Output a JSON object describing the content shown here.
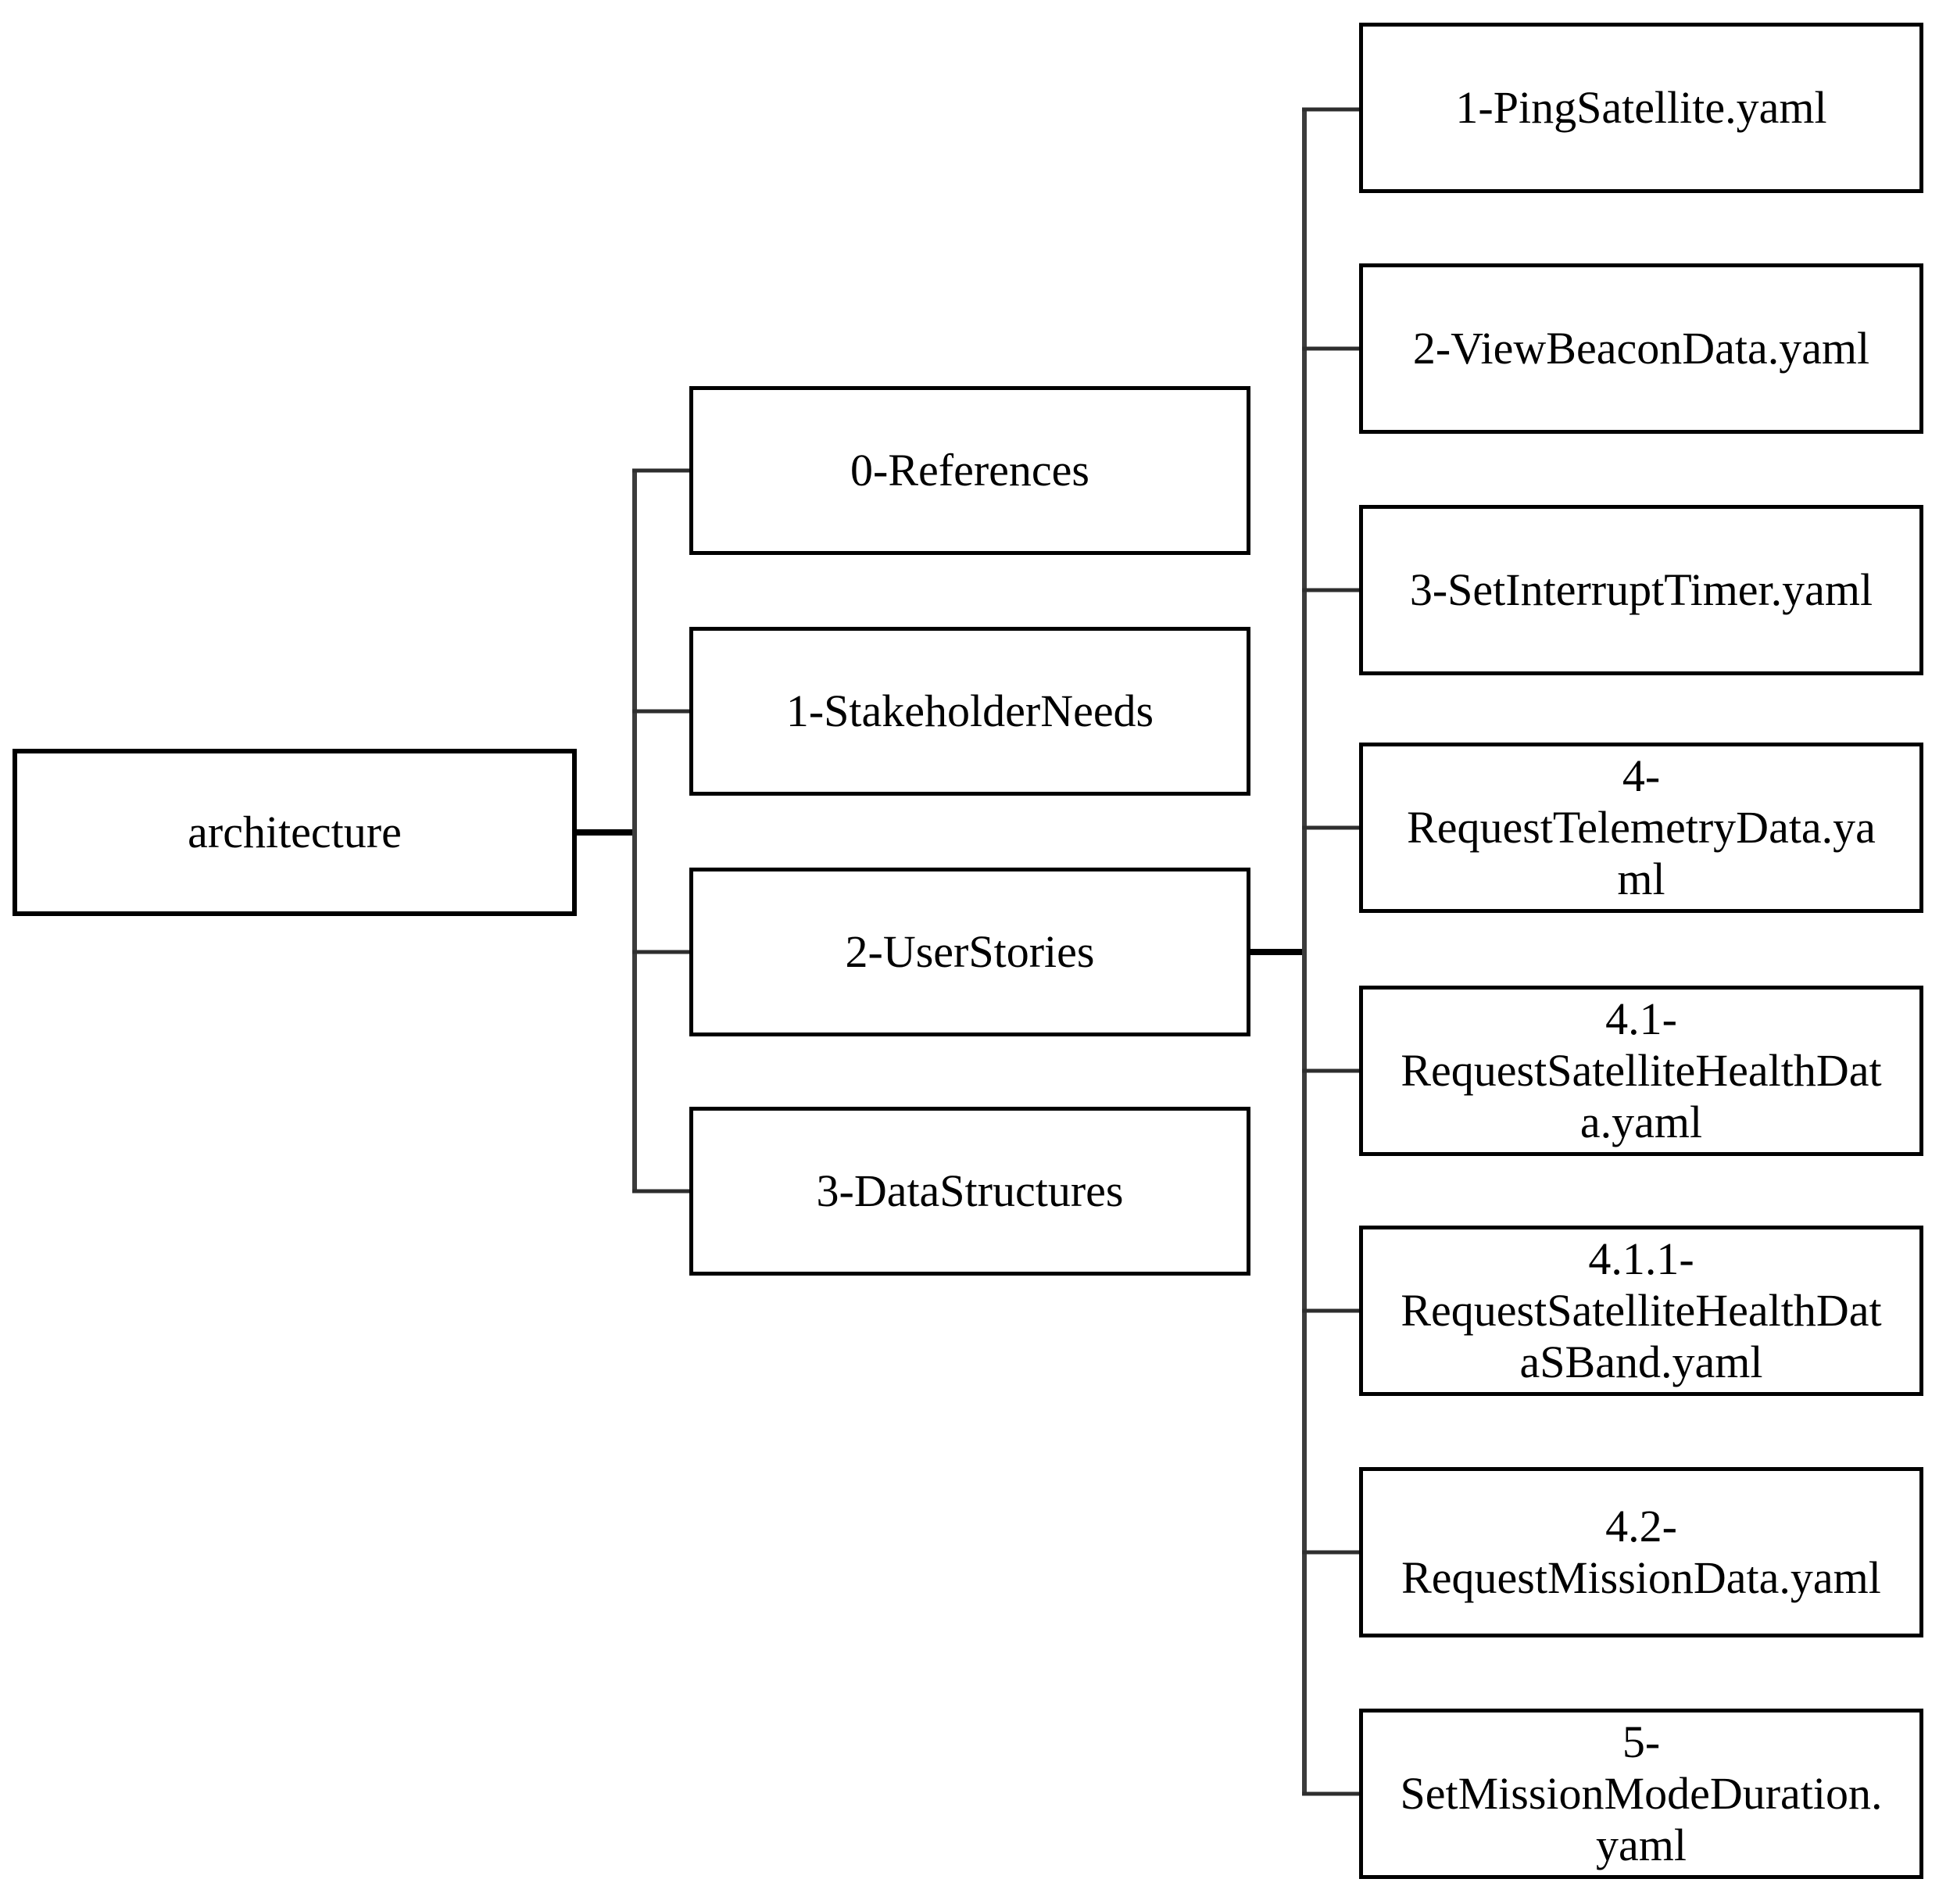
{
  "diagram": {
    "root": {
      "label": "architecture"
    },
    "folders": [
      {
        "label": "0-References"
      },
      {
        "label": "1-StakeholderNeeds"
      },
      {
        "label": "2-UserStories"
      },
      {
        "label": "3-DataStructures"
      }
    ],
    "files": [
      {
        "label": "1-PingSatellite.yaml",
        "lines": [
          "1-PingSatellite.yaml"
        ]
      },
      {
        "label": "2-ViewBeaconData.yaml",
        "lines": [
          "2-ViewBeaconData.yaml"
        ]
      },
      {
        "label": "3-SetInterruptTimer.yaml",
        "lines": [
          "3-SetInterruptTimer.yaml"
        ]
      },
      {
        "label": "4-RequestTelemetryData.yaml",
        "lines": [
          "4-",
          "RequestTelemetryData.ya",
          "ml"
        ]
      },
      {
        "label": "4.1-RequestSatelliteHealthData.yaml",
        "lines": [
          "4.1-",
          "RequestSatelliteHealthDat",
          "a.yaml"
        ]
      },
      {
        "label": "4.1.1-RequestSatelliteHealthDataSBand.yaml",
        "lines": [
          "4.1.1-",
          "RequestSatelliteHealthDat",
          "aSBand.yaml"
        ]
      },
      {
        "label": "4.2-RequestMissionData.yaml",
        "lines": [
          "4.2-",
          "RequestMissionData.yaml"
        ]
      },
      {
        "label": "5-SetMissionModeDuration.yaml",
        "lines": [
          "5-",
          "SetMissionModeDuration.",
          "yaml"
        ]
      }
    ],
    "line_colors": {
      "trunk": "#3c3c3c",
      "feed": "#000000"
    }
  }
}
